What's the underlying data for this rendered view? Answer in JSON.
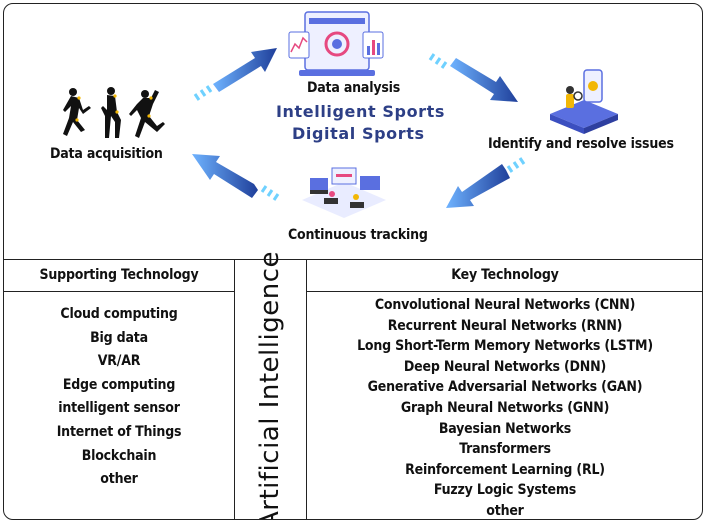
{
  "cycle": {
    "data_acquisition": "Data acquisition",
    "data_analysis": "Data analysis",
    "subtitle_1": "Intelligent Sports",
    "subtitle_2": "Digital Sports",
    "identify_resolve": "Identify and resolve issues",
    "continuous_tracking": "Continuous tracking"
  },
  "supporting": {
    "header": "Supporting Technology",
    "items": [
      "Cloud computing",
      "Big data",
      "VR/AR",
      "Edge computing",
      "intelligent sensor",
      "Internet of Things",
      "Blockchain",
      "other"
    ]
  },
  "center": {
    "label": "Artificial Intelligence"
  },
  "key": {
    "header": "Key Technology",
    "items": [
      "Convolutional Neural Networks (CNN)",
      "Recurrent Neural Networks (RNN)",
      "Long Short-Term Memory Networks (LSTM)",
      "Deep Neural Networks (DNN)",
      "Generative Adversarial Networks (GAN)",
      "Graph Neural Networks (GNN)",
      "Bayesian Networks",
      "Transformers",
      "Reinforcement Learning (RL)",
      "Fuzzy Logic Systems",
      "other"
    ]
  },
  "colors": {
    "arrow": "#2f6fd6",
    "arrow_dark": "#1f3f9a",
    "subtitle": "#2d3f86",
    "illustration": "#5a6fe0"
  }
}
